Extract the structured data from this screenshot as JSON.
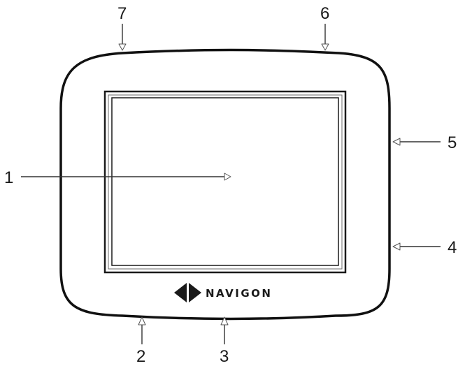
{
  "device": {
    "brand_name": "NAVIGON",
    "logo_icon": "navigon-diamond-logo-icon",
    "colors": {
      "outline": "#111111",
      "body": "#ffffff",
      "screen_frame": "#222222"
    }
  },
  "callouts": [
    {
      "id": "1",
      "label": "1",
      "target": "screen"
    },
    {
      "id": "2",
      "label": "2",
      "target": "bottom-left-port"
    },
    {
      "id": "3",
      "label": "3",
      "target": "bottom-center-port"
    },
    {
      "id": "4",
      "label": "4",
      "target": "right-lower-button"
    },
    {
      "id": "5",
      "label": "5",
      "target": "right-upper-button"
    },
    {
      "id": "6",
      "label": "6",
      "target": "top-right-button"
    },
    {
      "id": "7",
      "label": "7",
      "target": "top-left-button"
    }
  ]
}
